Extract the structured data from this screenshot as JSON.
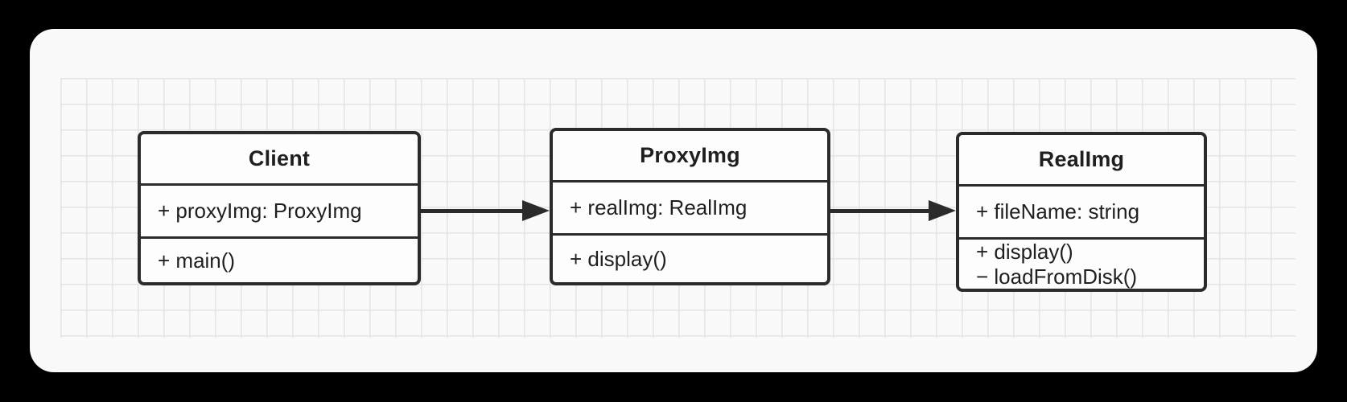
{
  "diagram": {
    "kind": "uml-class-diagram",
    "pattern": "Proxy",
    "classes": [
      {
        "name": "Client",
        "attributes": [
          "+ proxyImg: ProxyImg"
        ],
        "methods": [
          "+ main()"
        ]
      },
      {
        "name": "ProxyImg",
        "attributes": [
          "+ realImg: RealImg"
        ],
        "methods": [
          "+ display()"
        ]
      },
      {
        "name": "RealImg",
        "attributes": [
          "+ fileName: string"
        ],
        "methods": [
          "+ display()",
          "− loadFromDisk()"
        ]
      }
    ],
    "connections": [
      {
        "from": "Client",
        "to": "ProxyImg",
        "type": "directed-association"
      },
      {
        "from": "ProxyImg",
        "to": "RealImg",
        "type": "directed-association"
      }
    ]
  },
  "colors": {
    "page_background": "#000000",
    "canvas_background": "#f9f9f9",
    "grid_line": "#e4e4e8",
    "box_border": "#2b2b2b",
    "box_fill": "#fdfdfd",
    "text": "#1f1f1f",
    "arrow": "#2b2b2b"
  }
}
